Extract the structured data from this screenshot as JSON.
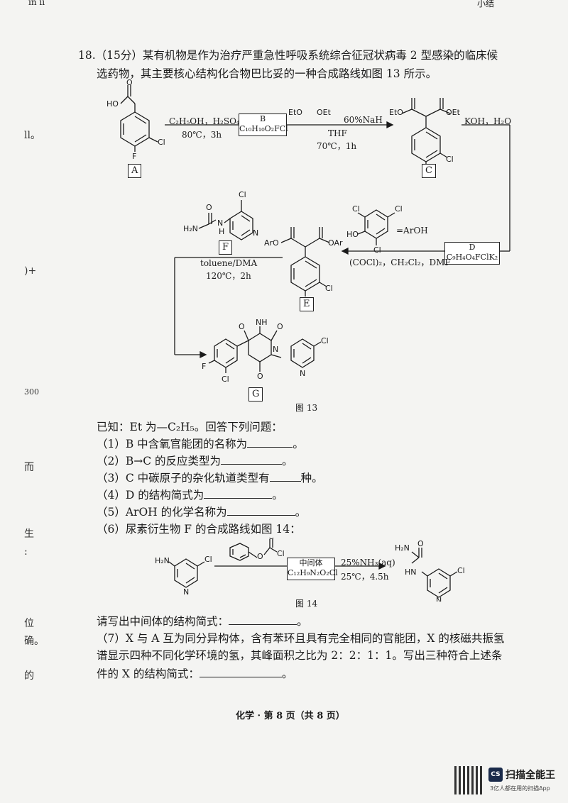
{
  "question": {
    "number_points": "18.（15分）",
    "intro_line1": "某有机物是作为治疗严重急性呼吸系统综合征冠状病毒 2 型感染的临床候",
    "intro_line2": "选药物，其主要核心结构化合物巴比妥的一种合成路线如图 13 所示。"
  },
  "scheme13": {
    "compound_labels": [
      "A",
      "B",
      "C",
      "D",
      "E",
      "F",
      "G"
    ],
    "b_formula": "C₁₀H₁₀O₂FCl",
    "d_formula": "C₉H₄O₄FClK₂",
    "step1_top": "C₂H₅OH，H₂SO₄",
    "step1_bottom": "80℃，3h",
    "step2_top": "60%NaH",
    "step2_bottom1": "THF",
    "step2_bottom2": "70℃，1h",
    "step3": "KOH，H₂O",
    "step4": "(COCl)₂，CH₂Cl₂，DMF",
    "step5_top": "toluene/DMA",
    "step5_bottom": "120℃，2h",
    "aroh_label": "=ArOH",
    "caption": "图 13",
    "atoms": {
      "ho": "HO",
      "o": "O",
      "cl": "Cl",
      "f": "F",
      "eto": "EtO",
      "oet": "OEt",
      "eto2": "EtO",
      "oet2": "OEt",
      "aro": "ArO",
      "oar": "OAr",
      "h2n": "H₂N",
      "n": "N",
      "h": "H",
      "nh": "NH",
      "cl2": "Cl",
      "cl3": "Cl",
      "cl4": "Cl"
    }
  },
  "known": "已知：Et 为—C₂H₅。回答下列问题：",
  "q1": {
    "before": "（1）B 中含氧官能团的名称为",
    "after": "。"
  },
  "q2": {
    "before": "（2）B→C 的反应类型为",
    "after": "。"
  },
  "q3": {
    "before": "（3）C 中碳原子的杂化轨道类型有",
    "after": "种。"
  },
  "q4": {
    "before": "（4）D 的结构简式为",
    "after": "。"
  },
  "q5": {
    "before": "（5）ArOH 的化学名称为",
    "after": "。"
  },
  "q6": {
    "text": "（6）尿素衍生物 F 的合成路线如图 14："
  },
  "scheme14": {
    "intermediate": "中间体",
    "intermediate_formula": "C₁₂H₉N₂O₂Cl",
    "cond_top": "25%NH₃(aq)",
    "cond_bottom": "25℃，4.5h",
    "caption": "图 14",
    "h2n": "H₂N",
    "cl": "Cl",
    "n": "N",
    "o": "O",
    "hn": "HN",
    "h2n2": "H₂N"
  },
  "q6b": {
    "before": "请写出中间体的结构简式：",
    "after": "。"
  },
  "q7": {
    "line1": "（7）X 与 A 互为同分异构体，含有苯环且具有完全相同的官能团，X 的核磁共振氢",
    "line2": "谱显示四种不同化学环境的氢，其峰面积之比为 2：2：1：1。写出三种符合上述条",
    "line3_before": "件的 X 的结构简式：",
    "line3_after": "。"
  },
  "footer": "化学 · 第 8 页（共 8 页）",
  "scanner": {
    "brand": "扫描全能王",
    "tagline": "3亿人都在用的扫描App",
    "logo": "CS"
  },
  "margin_notes": [
    "ll。",
    ")+",
    "300",
    "而",
    "生",
    ":",
    "位",
    "确。",
    "的"
  ],
  "top_fragments": [
    "in ii",
    "小结"
  ]
}
